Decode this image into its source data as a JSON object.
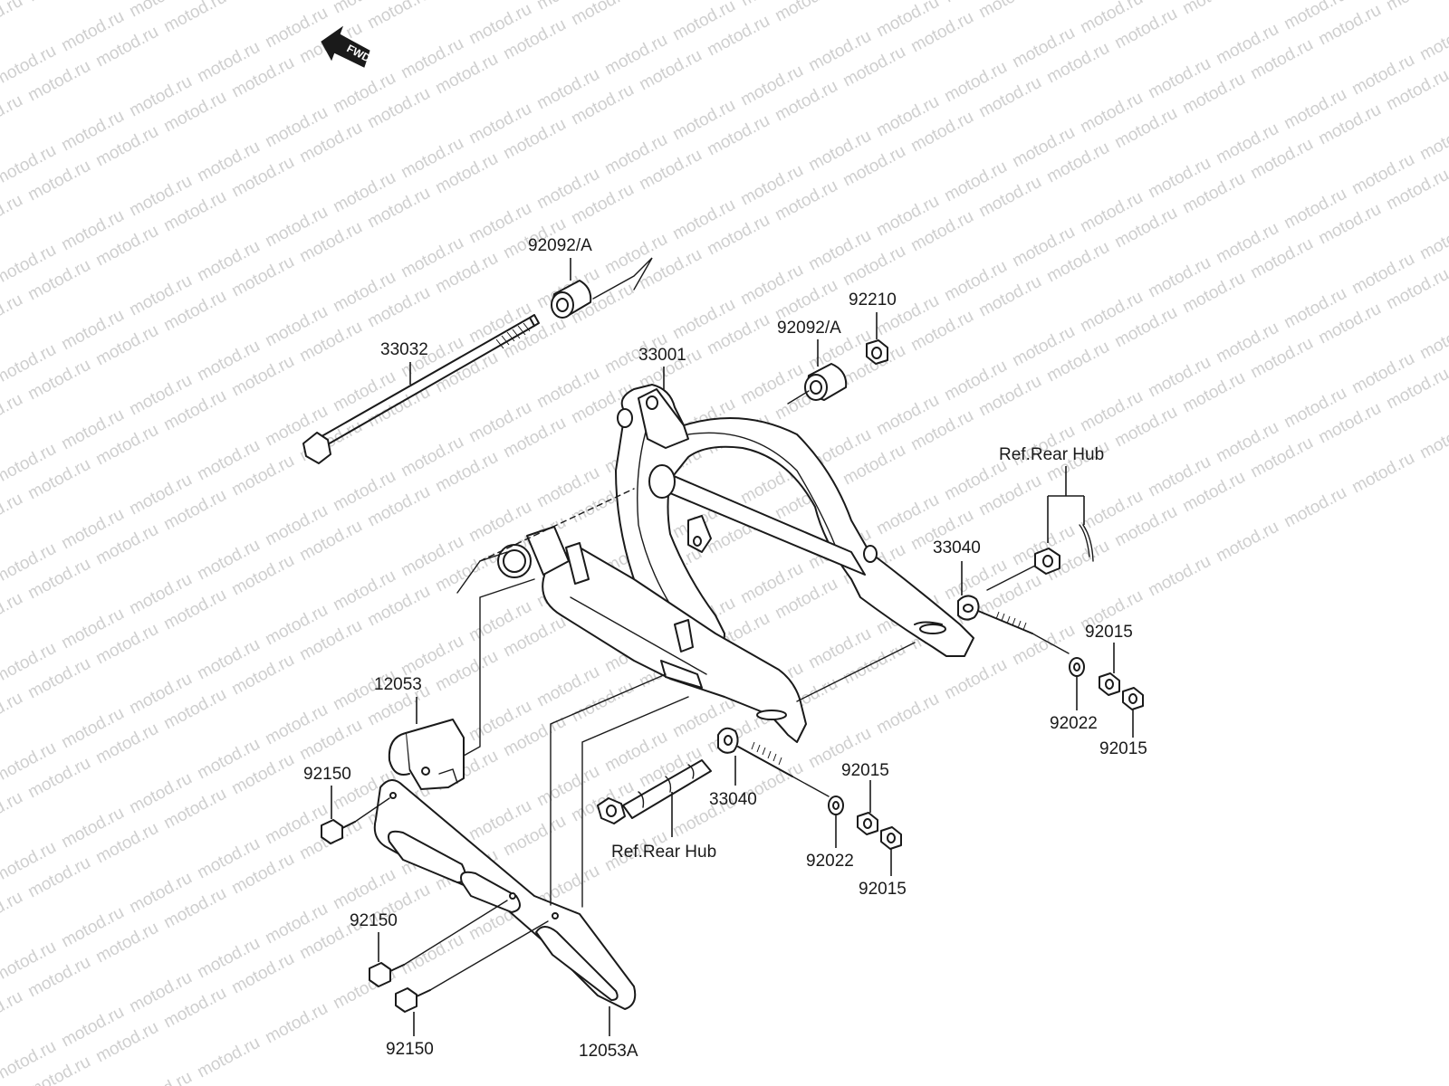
{
  "watermark": "motod.ru",
  "fwd_label": "FWD",
  "labels": {
    "swingarm_bushing_top": "92092/A",
    "pivot_shaft": "33032",
    "swingarm": "33001",
    "swingarm_bushing_right": "92092/A",
    "pivot_nut": "92210",
    "ref_rear_hub_top": "Ref.Rear Hub",
    "chain_adjuster_right": "33040",
    "nut_right_top": "92015",
    "washer_right": "92022",
    "nut_right_bottom": "92015",
    "chain_guide_block": "12053",
    "bolt_left_top": "92150",
    "chain_adjuster_center": "33040",
    "ref_rear_hub_center": "Ref.Rear Hub",
    "nut_center_top": "92015",
    "washer_center": "92022",
    "nut_center_bottom": "92015",
    "bolt_left_middle": "92150",
    "bolt_left_bottom": "92150",
    "chain_guide": "12053A"
  }
}
